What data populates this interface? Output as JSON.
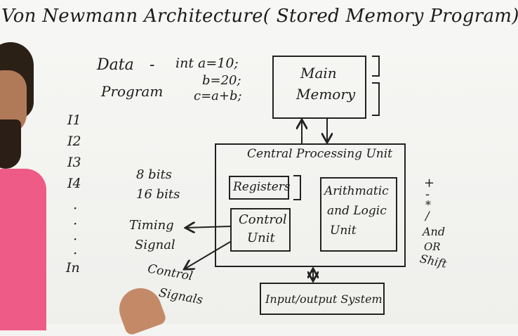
{
  "title": "Von Newmann Architecture( Stored Memory Program)",
  "data_line": {
    "label": "Data",
    "dash": "-",
    "code": "int a=10;"
  },
  "code_b": "b=20;",
  "program_line": {
    "label": "Program",
    "code": "c=a+b;"
  },
  "instructions": [
    "I1",
    "I2",
    "I3",
    "I4",
    "In"
  ],
  "dots": [
    "·",
    "·",
    "·",
    "·"
  ],
  "bits": [
    "8 bits",
    "16 bits"
  ],
  "main_memory": [
    "Main",
    "Memory"
  ],
  "cpu_title": "Central Processing Unit",
  "registers": "Registers",
  "control_unit": [
    "Control",
    "Unit"
  ],
  "alu": [
    "Arithmatic",
    "and Logic",
    "Unit"
  ],
  "timing": [
    "Timing",
    "Signal"
  ],
  "control_signals": [
    "Control",
    "Signals"
  ],
  "operators": [
    "+",
    "-",
    "*",
    "/",
    "And",
    "OR",
    "Shift"
  ],
  "io": "Input/output System"
}
